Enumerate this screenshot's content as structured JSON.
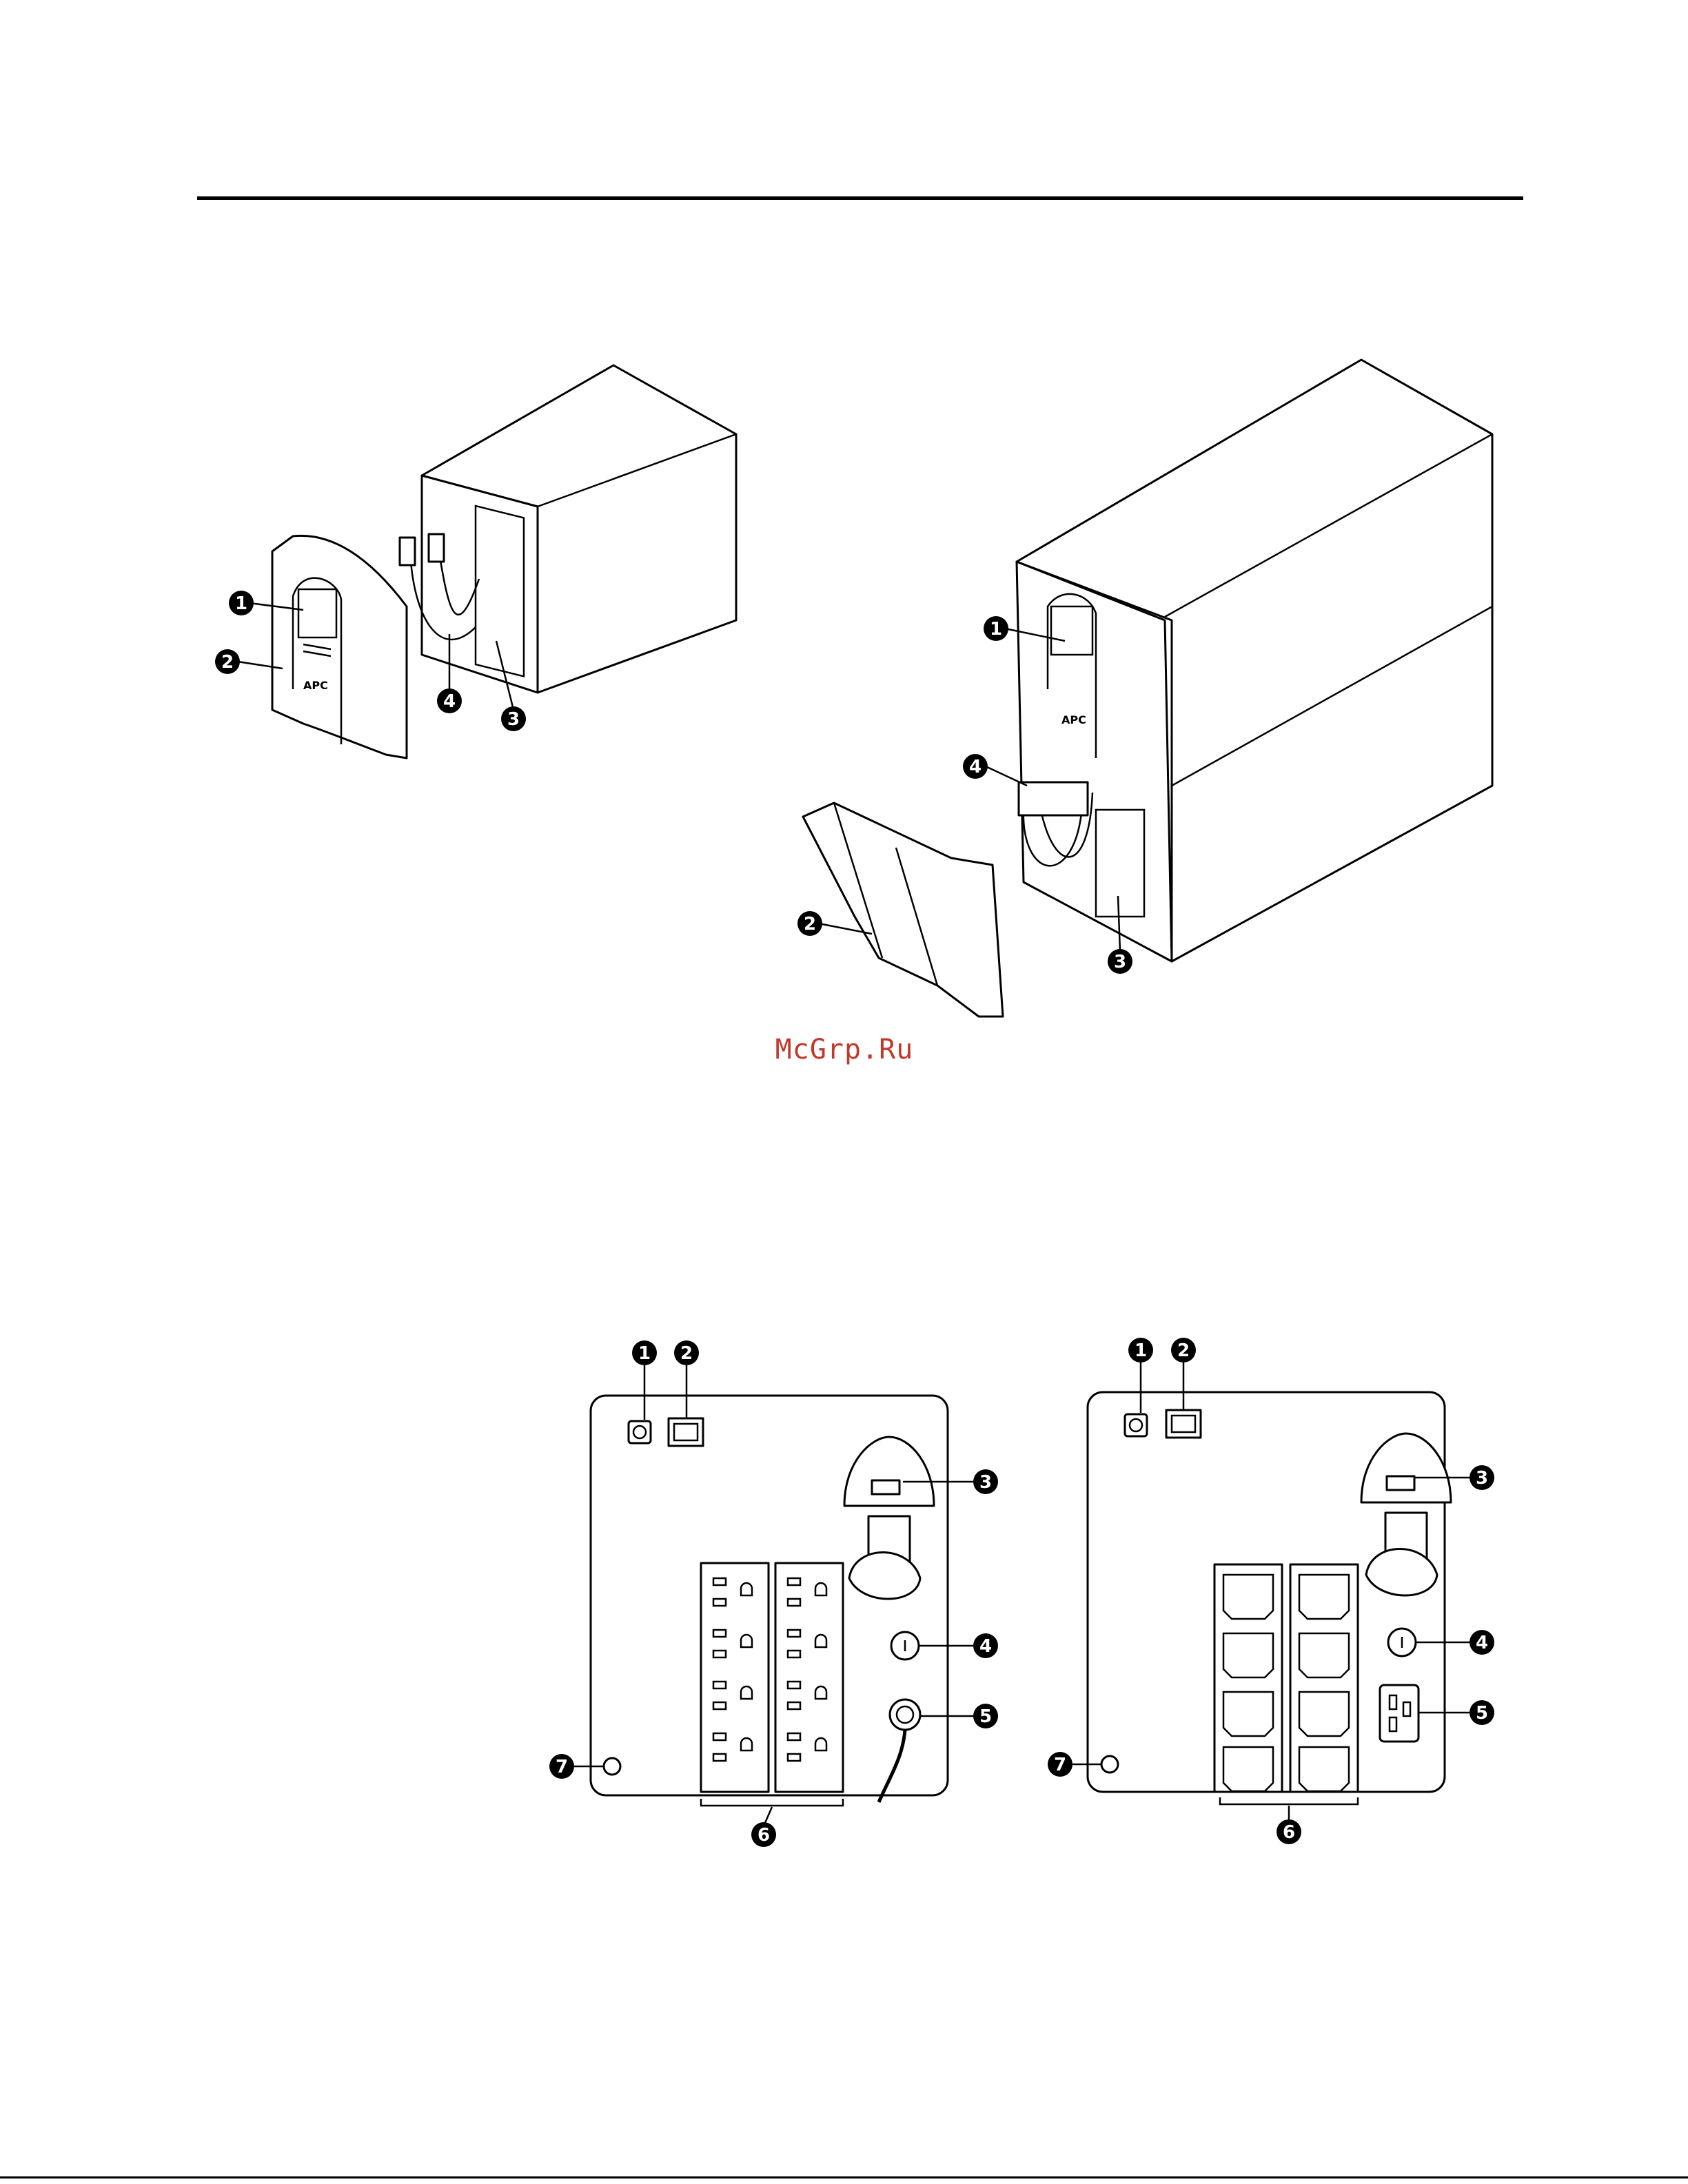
{
  "watermark": "McGrp.Ru",
  "figures": {
    "front_small": {
      "callouts": [
        "1",
        "2",
        "3",
        "4"
      ]
    },
    "front_large": {
      "callouts": [
        "1",
        "2",
        "3",
        "4"
      ]
    },
    "rear_left": {
      "callouts": [
        "1",
        "2",
        "3",
        "4",
        "5",
        "6",
        "7"
      ]
    },
    "rear_right": {
      "callouts": [
        "1",
        "2",
        "3",
        "4",
        "5",
        "6",
        "7"
      ]
    }
  }
}
